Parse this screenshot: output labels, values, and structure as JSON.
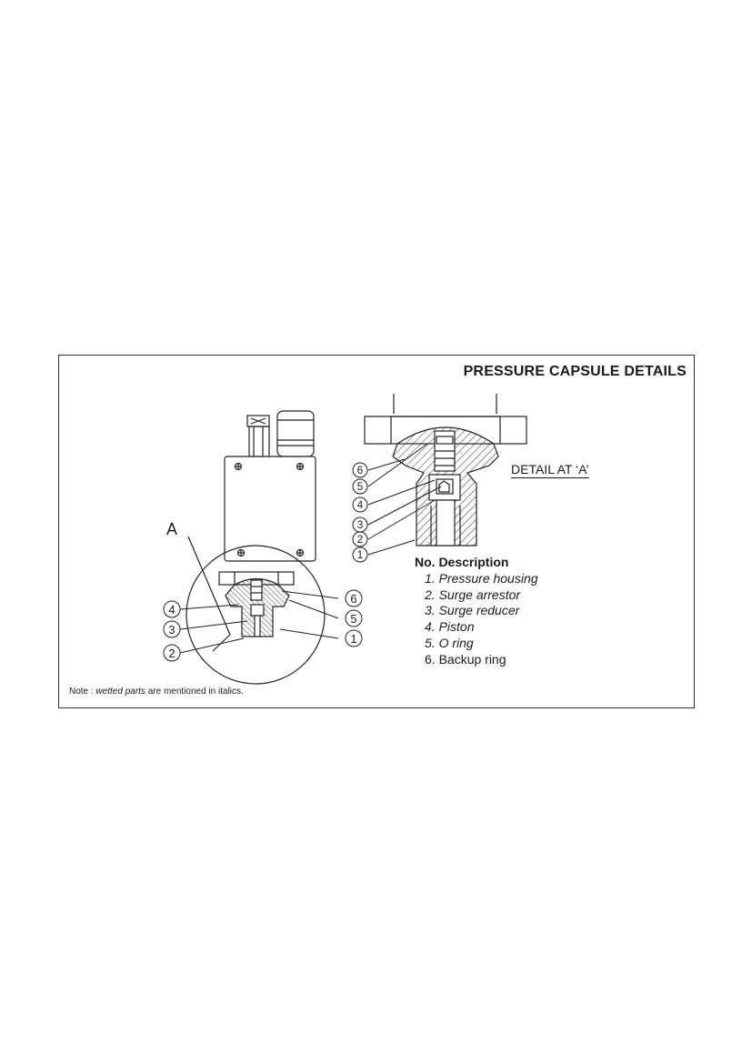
{
  "title": "PRESSURE CAPSULE DETAILS",
  "detail_label": "DETAIL AT ‘A’",
  "view_marker": "A",
  "legend": {
    "header": "No. Description",
    "items": [
      {
        "no": "1.",
        "text": "Pressure housing",
        "wetted": true
      },
      {
        "no": "2.",
        "text": "Surge arrestor",
        "wetted": true
      },
      {
        "no": "3.",
        "text": "Surge reducer",
        "wetted": true
      },
      {
        "no": "4.",
        "text": "Piston",
        "wetted": true
      },
      {
        "no": "5.",
        "text": "O ring",
        "wetted": true
      },
      {
        "no": "6.",
        "text": "Backup ring",
        "wetted": false
      }
    ]
  },
  "note": {
    "prefix": "Note : ",
    "emphasis": "wetted parts",
    "suffix": " are mentioned in italics."
  },
  "callouts_main": [
    "4",
    "3",
    "2",
    "6",
    "5",
    "1"
  ],
  "callouts_detail": [
    "6",
    "5",
    "4",
    "3",
    "2",
    "1"
  ]
}
